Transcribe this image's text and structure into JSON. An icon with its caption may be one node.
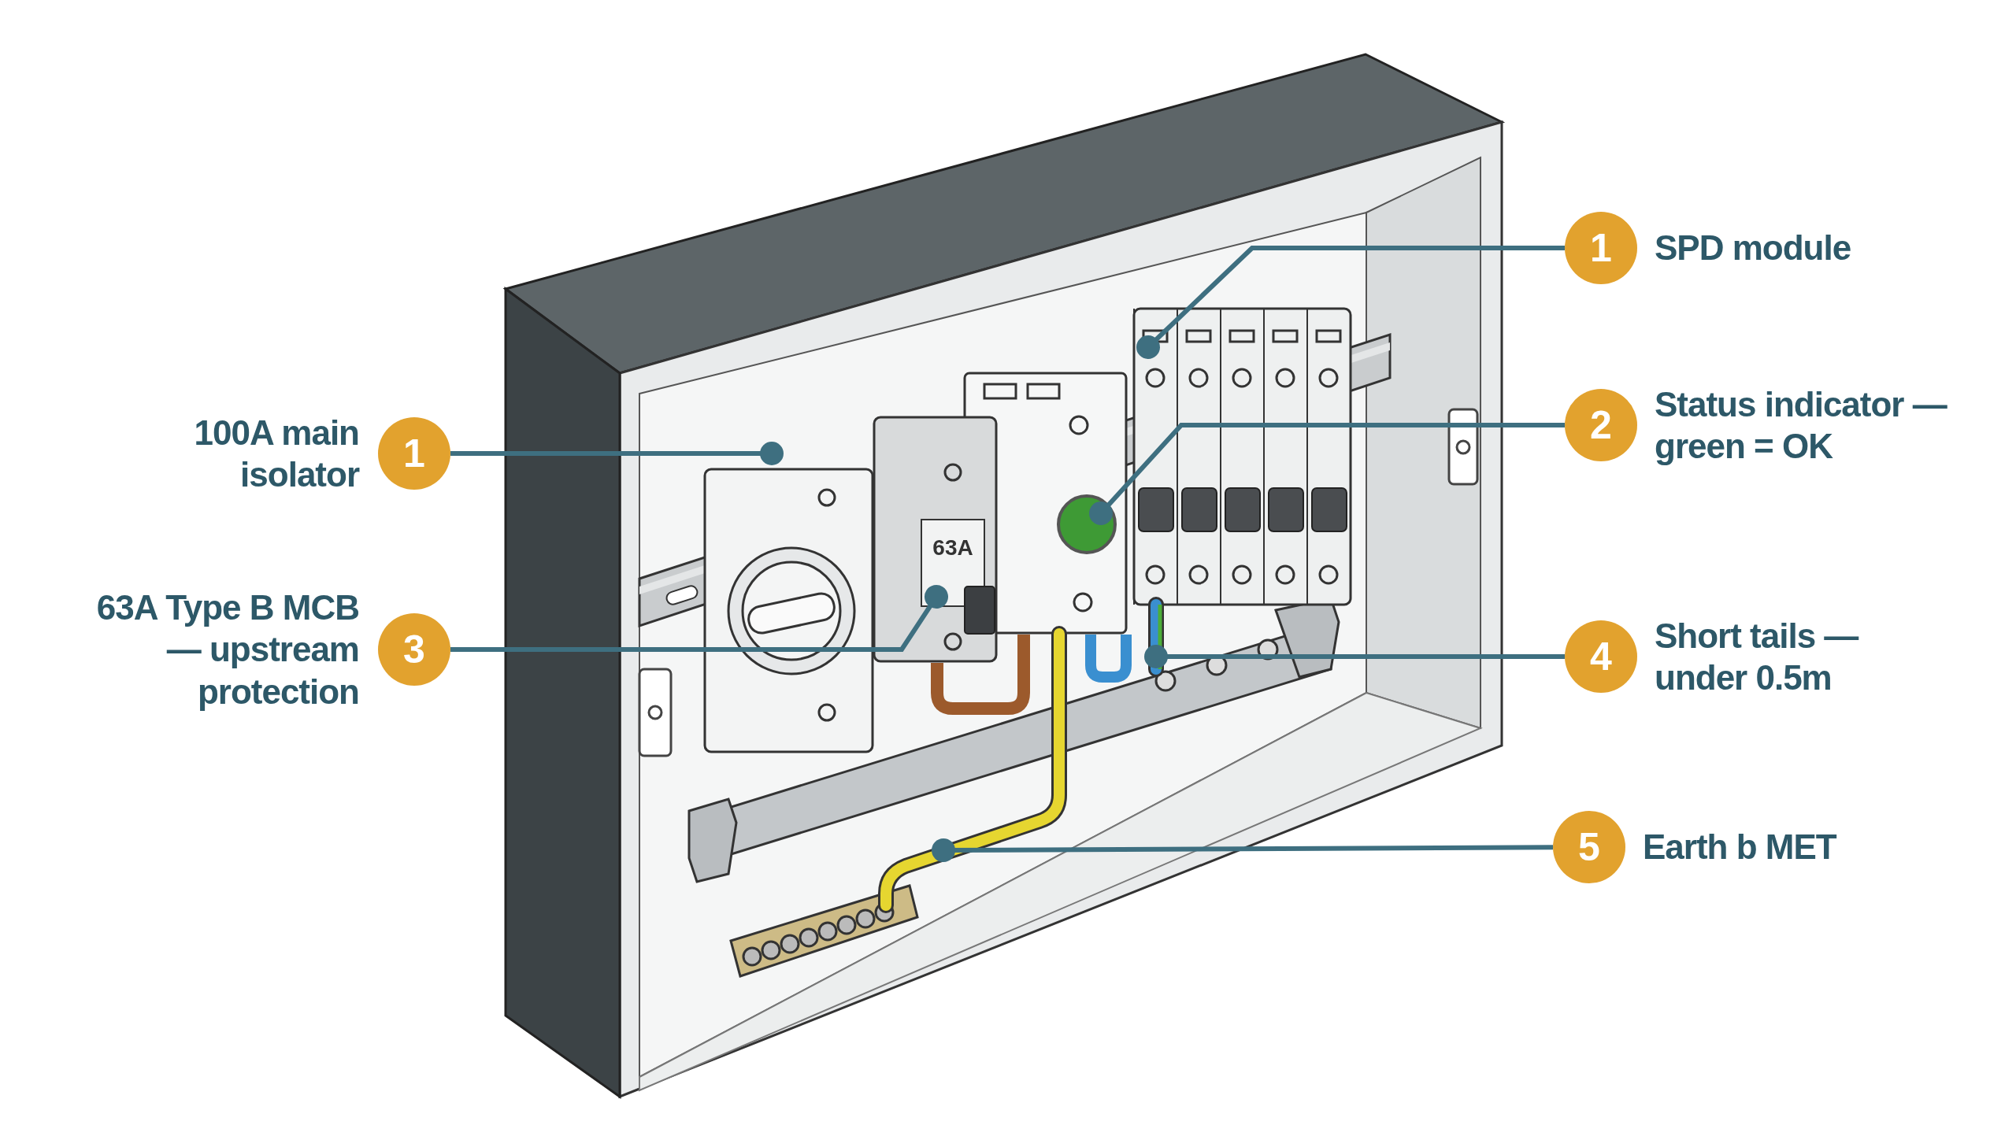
{
  "diagram": {
    "nodes": [
      {
        "text": [
          "1"
        ],
        "beside": [
          "100A main isolator"
        ]
      },
      {
        "text": [
          "3"
        ],
        "beside": [
          "63A Type B MCB — upstream protection"
        ]
      },
      {
        "text": [
          "1"
        ],
        "beside": [
          "SPD module"
        ]
      },
      {
        "text": [
          "2"
        ],
        "beside": [
          "Status indicator — green = OK"
        ]
      },
      {
        "text": [
          "4"
        ],
        "beside": [
          "Short tails — under 0.5m"
        ]
      },
      {
        "text": [
          "5"
        ],
        "beside": [
          "Earth b MET"
        ]
      },
      {
        "text": [],
        "shape": "box"
      },
      {
        "text": [
          "63A"
        ]
      },
      {
        "text": [],
        "shape": "circle"
      },
      {
        "text": [],
        "shape": "box"
      },
      {
        "text": [],
        "shape": "bar"
      },
      {
        "text": [],
        "shape": "bar"
      }
    ],
    "edges": [
      {
        "from": 0,
        "to": 6,
        "arrow": "other"
      },
      {
        "from": 1,
        "to": 7,
        "arrow": "other"
      },
      {
        "from": 2,
        "to": 9,
        "arrow": "other"
      },
      {
        "from": 3,
        "to": 8,
        "arrow": "other"
      },
      {
        "from": 4,
        "to": 11,
        "arrow": "other"
      },
      {
        "from": 5,
        "to": 10,
        "arrow": "other"
      }
    ]
  }
}
